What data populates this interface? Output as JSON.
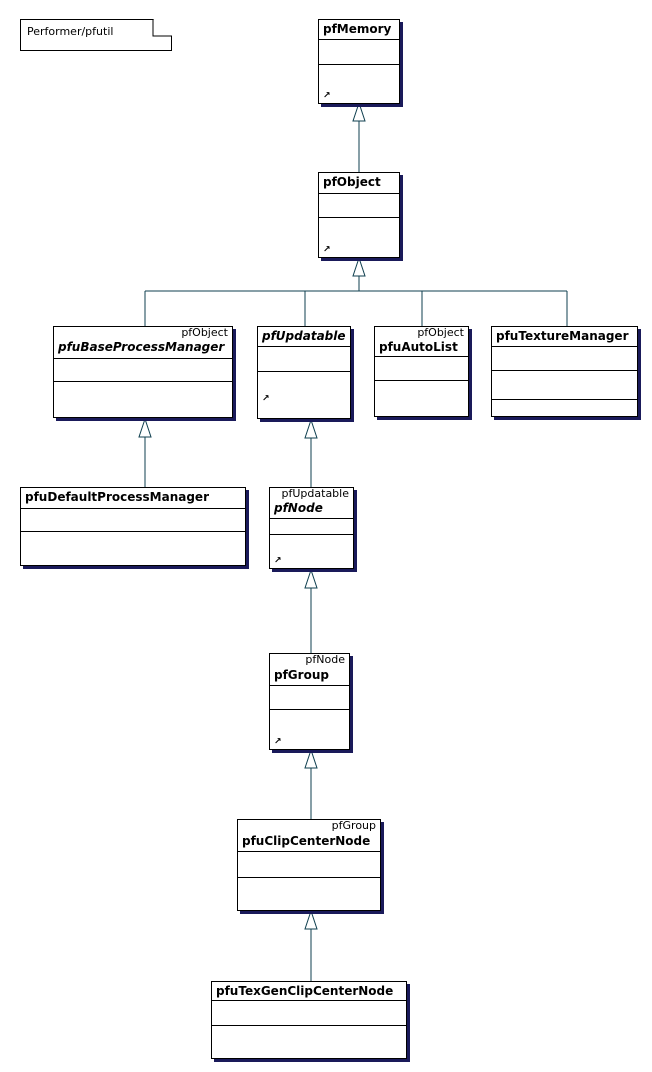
{
  "package_note": "Performer/pfutil",
  "colors": {
    "connector": "#0f3f4f",
    "shadow": "#1a1a5a"
  },
  "classes": {
    "pfMemory": {
      "name": "pfMemory"
    },
    "pfObject": {
      "name": "pfObject"
    },
    "pfuBaseProcessManager": {
      "name": "pfuBaseProcessManager",
      "stereotype": "pfObject"
    },
    "pfUpdatable": {
      "name": "pfUpdatable"
    },
    "pfuAutoList": {
      "name": "pfuAutoList",
      "stereotype": "pfObject"
    },
    "pfuTextureManager": {
      "name": "pfuTextureManager"
    },
    "pfuDefaultProcessManager": {
      "name": "pfuDefaultProcessManager"
    },
    "pfNode": {
      "name": "pfNode",
      "stereotype": "pfUpdatable"
    },
    "pfGroup": {
      "name": "pfGroup",
      "stereotype": "pfNode"
    },
    "pfuClipCenterNode": {
      "name": "pfuClipCenterNode",
      "stereotype": "pfGroup"
    },
    "pfuTexGenClipCenterNode": {
      "name": "pfuTexGenClipCenterNode"
    }
  },
  "inheritance": [
    [
      "pfObject",
      "pfMemory"
    ],
    [
      "pfuBaseProcessManager",
      "pfObject"
    ],
    [
      "pfUpdatable",
      "pfObject"
    ],
    [
      "pfuAutoList",
      "pfObject"
    ],
    [
      "pfuTextureManager",
      "pfObject"
    ],
    [
      "pfuDefaultProcessManager",
      "pfuBaseProcessManager"
    ],
    [
      "pfNode",
      "pfUpdatable"
    ],
    [
      "pfGroup",
      "pfNode"
    ],
    [
      "pfuClipCenterNode",
      "pfGroup"
    ],
    [
      "pfuTexGenClipCenterNode",
      "pfuClipCenterNode"
    ]
  ]
}
